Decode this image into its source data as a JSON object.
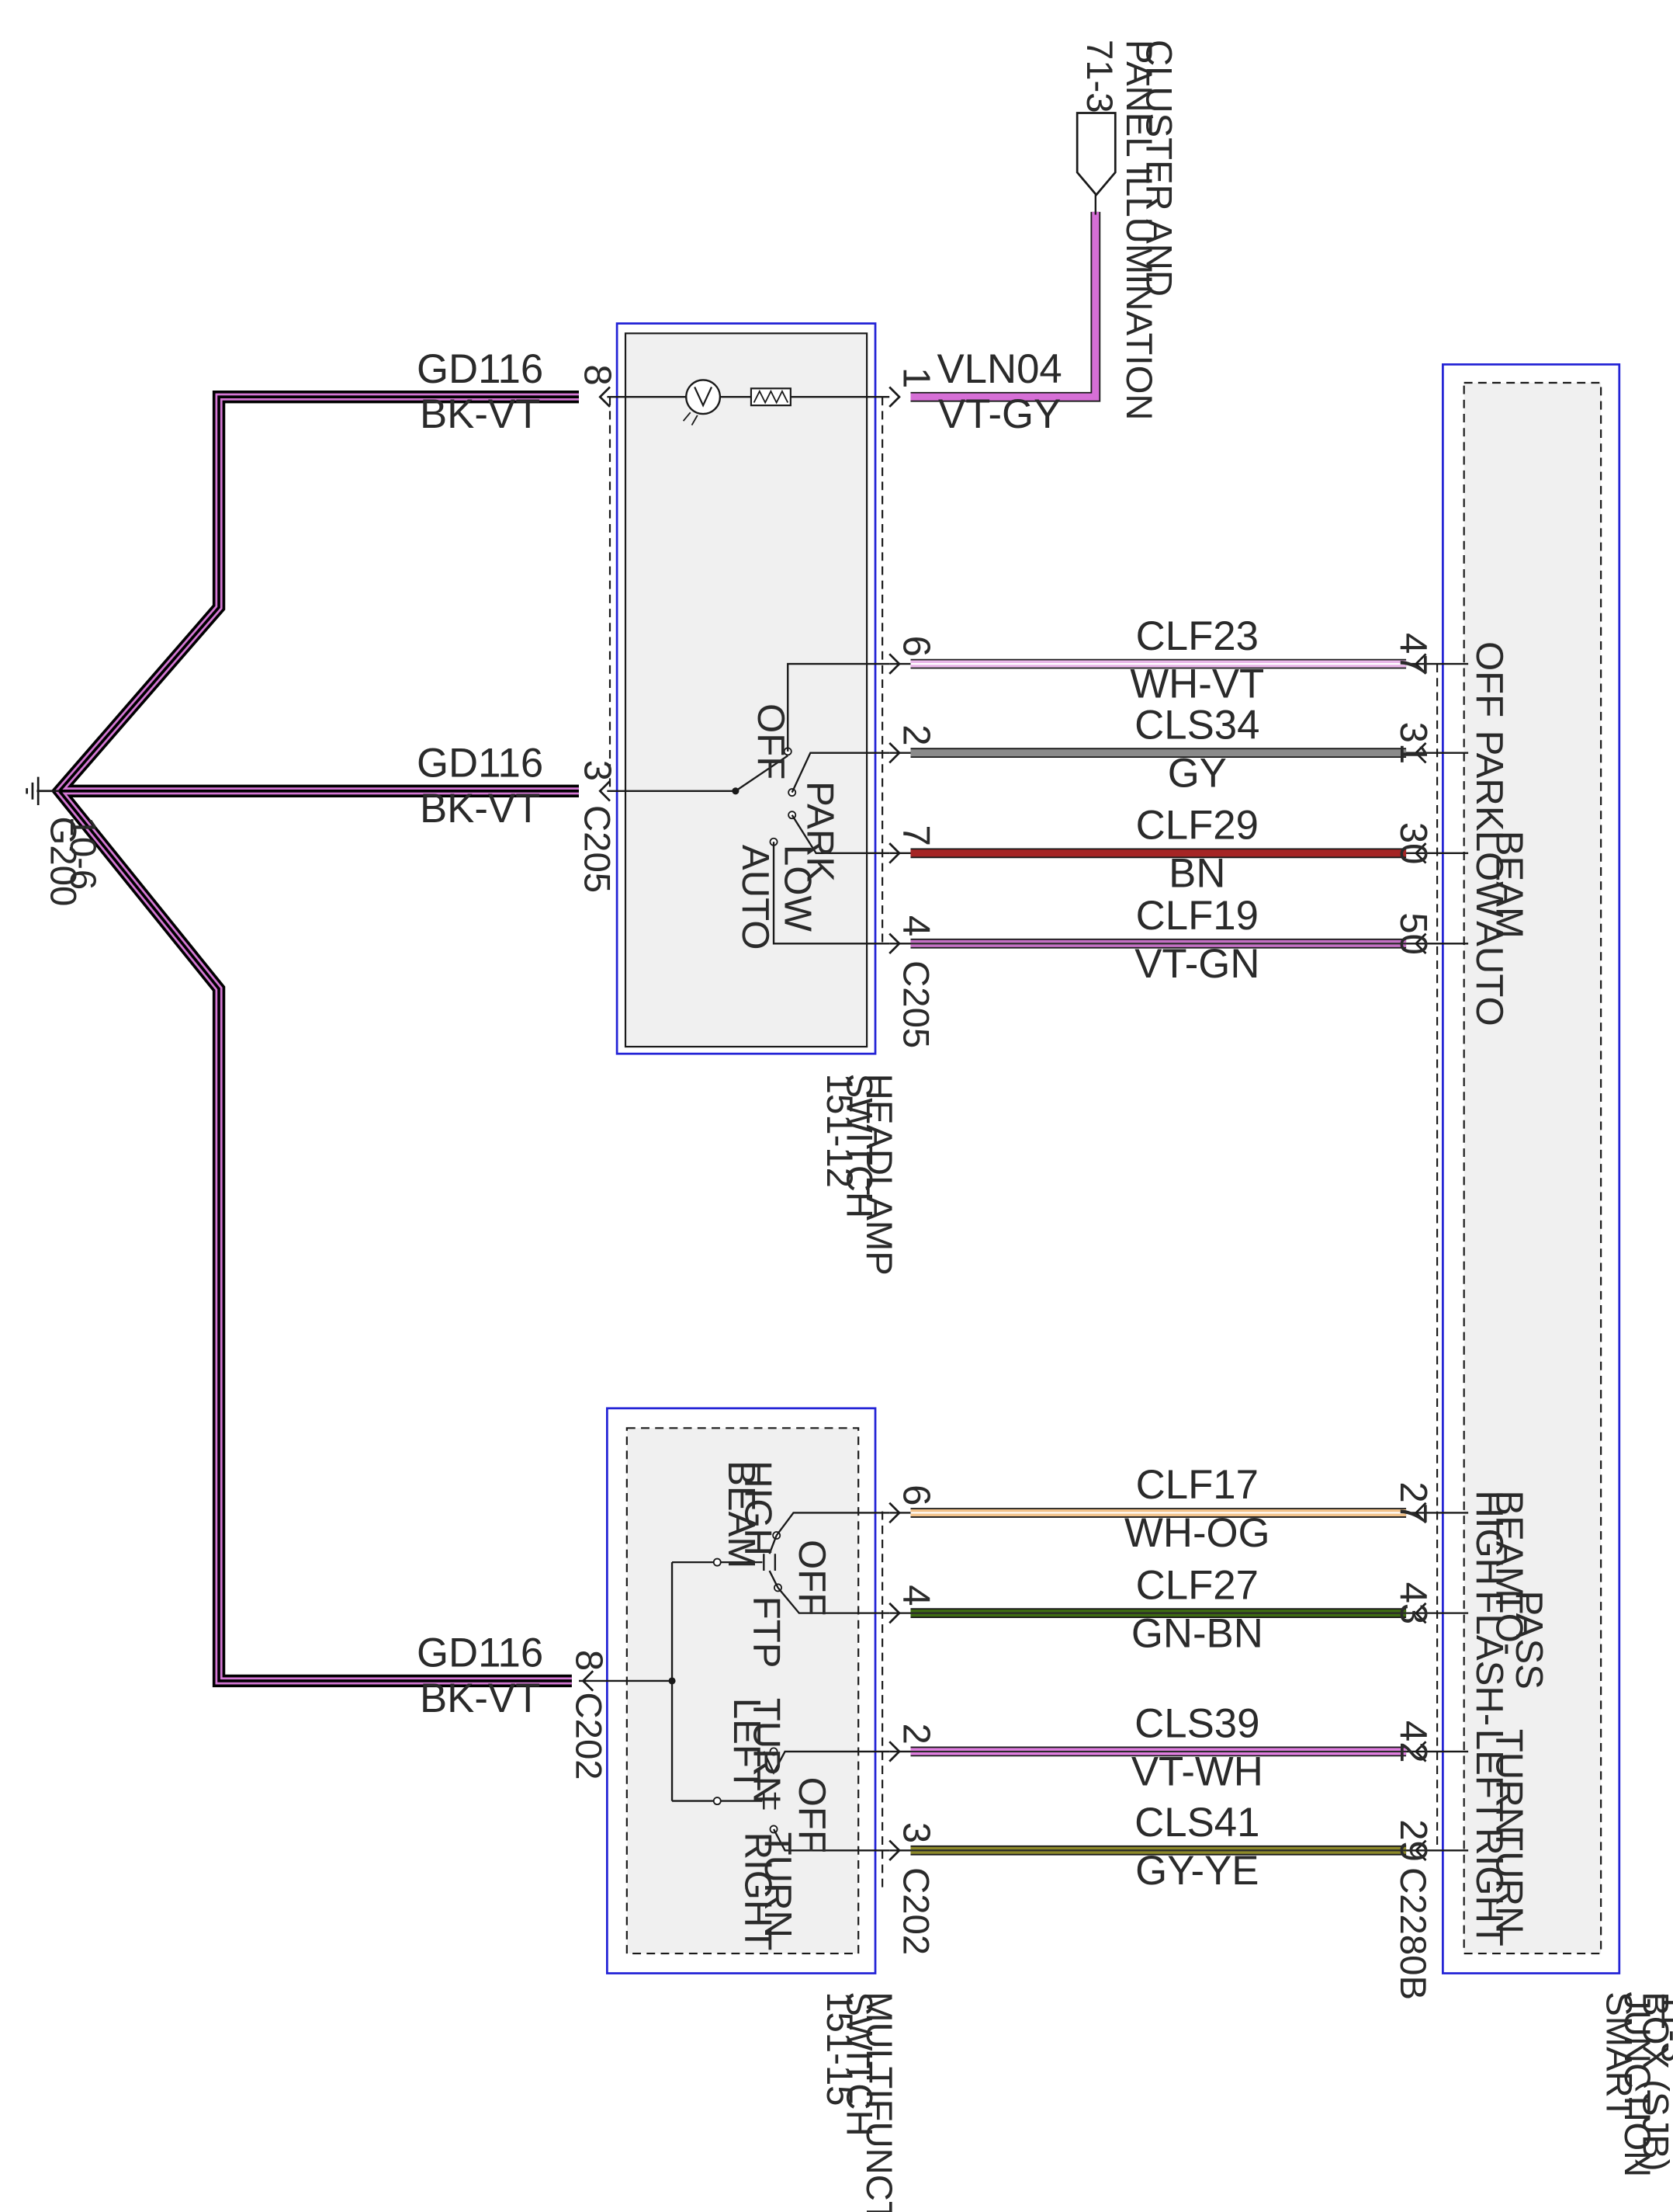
{
  "colors": {
    "box_border": "#2323d6",
    "box_fill": "#f0f0f0",
    "line": "#1a1a1a",
    "gnd_core": "#000000",
    "gnd_stripe": "#d477d4",
    "wire_VT_GY": "#d66fd6",
    "wire_WH_VT": "#e8b6e8",
    "wire_GY": "#8a8a8a",
    "wire_BN": "#a52525",
    "wire_VT_GN": "#c470c4",
    "wire_WH_OG": "#f2c28a",
    "wire_GN_BN": "#3e6b12",
    "wire_VT_WH": "#e07fe0",
    "wire_GY_YE": "#8e8a2a"
  },
  "ground": {
    "label": "G200",
    "page_ref": "10-6",
    "wire_circuit": "GD116",
    "wire_color": "BK-VT"
  },
  "cluster": {
    "name_line1": "CLUSTER AND",
    "name_line2": "PANEL ILLUMINATION",
    "page_ref": "71-3"
  },
  "headlamp_switch": {
    "name_line1": "HEADLAMP",
    "name_line2": "SWITCH",
    "page_ref": "151-12",
    "connector": "C205",
    "illum_wire": {
      "pin": "1",
      "circuit": "VLN04",
      "color": "VT-GY"
    },
    "ground_pins": [
      {
        "pin": "8",
        "circuit": "GD116",
        "color": "BK-VT"
      },
      {
        "pin": "3",
        "circuit": "GD116",
        "color": "BK-VT",
        "connector": "C205"
      }
    ],
    "positions": [
      "OFF",
      "PARK",
      "LOW",
      "AUTO"
    ],
    "wires": [
      {
        "pin": "6",
        "circuit": "CLF23",
        "color": "WH-VT",
        "sjb_pin": "47",
        "sjb_label": [
          "OFF"
        ]
      },
      {
        "pin": "2",
        "circuit": "CLS34",
        "color": "GY",
        "sjb_pin": "31",
        "sjb_label": [
          "PARK"
        ]
      },
      {
        "pin": "7",
        "circuit": "CLF29",
        "color": "BN",
        "sjb_pin": "30",
        "sjb_label": [
          "LOW",
          "BEAM"
        ]
      },
      {
        "pin": "4",
        "circuit": "CLF19",
        "color": "VT-GN",
        "sjb_pin": "50",
        "sjb_label": [
          "AUTO"
        ]
      }
    ]
  },
  "multifunction_switch": {
    "name_line1": "MULTIFUNCTION",
    "name_line2": "SWITCH",
    "page_ref": "151-15",
    "connector": "C202",
    "ground_pin": {
      "pin": "8",
      "circuit": "GD116",
      "color": "BK-VT",
      "connector": "C202"
    },
    "positions": {
      "high_beam": [
        "HIGH",
        "BEAM"
      ],
      "off1": "OFF",
      "ftp": "FTP",
      "left_turn": [
        "LEFT",
        "TURN"
      ],
      "off2": "OFF",
      "right_turn": [
        "RIGHT",
        "TURN"
      ]
    },
    "wires": [
      {
        "pin": "6",
        "circuit": "CLF17",
        "color": "WH-OG",
        "sjb_pin": "27",
        "sjb_label": [
          "HIGH",
          "BEAM"
        ]
      },
      {
        "pin": "4",
        "circuit": "CLF27",
        "color": "GN-BN",
        "sjb_pin": "43",
        "sjb_label": [
          "FLASH-",
          "TO-",
          "PASS"
        ]
      },
      {
        "pin": "2",
        "circuit": "CLS39",
        "color": "VT-WH",
        "sjb_pin": "42",
        "sjb_label": [
          "LEFT",
          "TURN"
        ]
      },
      {
        "pin": "3",
        "circuit": "CLS41",
        "color": "GY-YE",
        "sjb_pin": "29",
        "sjb_label": [
          "RIGHT",
          "TURN"
        ]
      }
    ]
  },
  "sjb": {
    "name_line1": "SMART",
    "name_line2": "JUNCTION",
    "name_line3": "BOX (SJB)",
    "refs": [
      "11-3",
      "13-38",
      "13-39"
    ],
    "connector": "C2280B"
  }
}
